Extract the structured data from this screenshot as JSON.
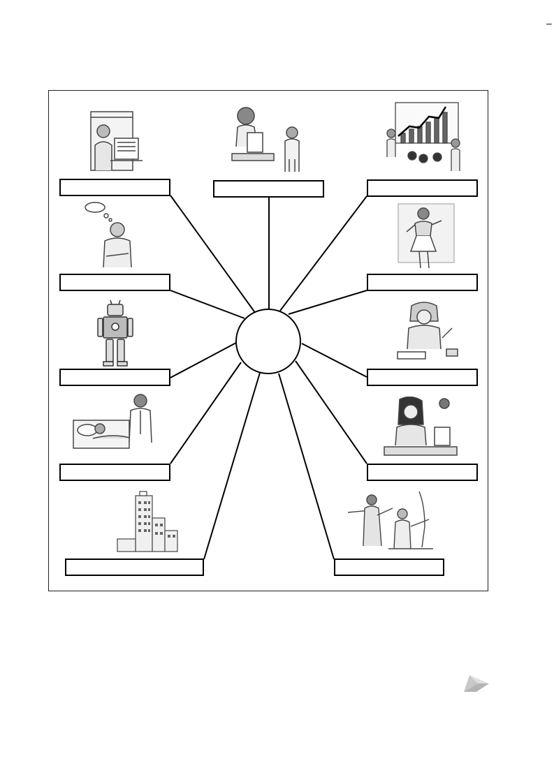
{
  "page": {
    "corner_mark": "–"
  },
  "picture_icons": [
    "cashier-at-counter-picture",
    "teacher-with-student-picture",
    "business-presentation-picture",
    "thinking-boy-picture",
    "dancer-picture",
    "robot-picture",
    "judge-picture",
    "doctor-with-patient-picture",
    "news-reader-picture",
    "hospital-building-picture",
    "lawyer-in-court-picture"
  ],
  "labels": [
    "",
    "",
    "",
    "",
    "",
    "",
    "",
    "",
    "",
    "",
    ""
  ],
  "hub": {
    "text": ""
  }
}
